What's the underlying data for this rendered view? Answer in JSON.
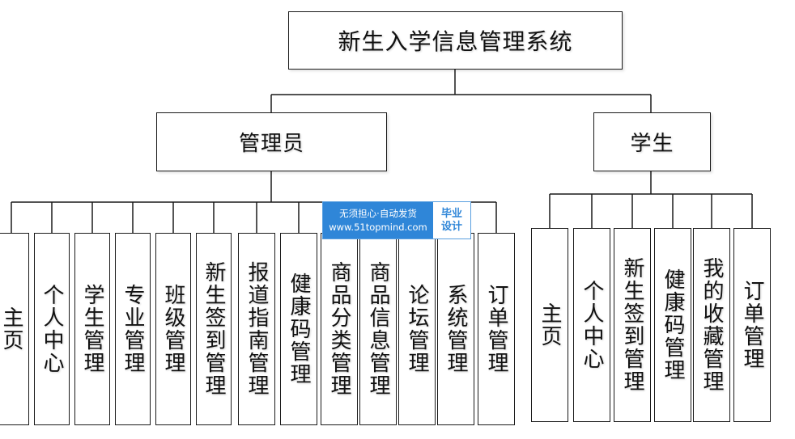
{
  "root": {
    "label": "新生入学信息管理系统"
  },
  "roles": [
    {
      "label": "管理员",
      "modules": [
        "主页",
        "个人中心",
        "学生管理",
        "专业管理",
        "班级管理",
        "新生签到管理",
        "报道指南管理",
        "健康码管理",
        "商品分类管理",
        "商品信息管理",
        "论坛管理",
        "系统管理",
        "订单管理"
      ]
    },
    {
      "label": "学生",
      "modules": [
        "主页",
        "个人中心",
        "新生签到管理",
        "健康码管理",
        "我的收藏管理",
        "订单管理"
      ]
    }
  ],
  "watermark": {
    "line1": "无须担心·自动发货",
    "line2": "www.51topmind.com",
    "badge_line1": "毕业",
    "badge_line2": "设计"
  },
  "colors": {
    "stroke": "#1a1a1a",
    "watermark": "#2f86d8"
  }
}
